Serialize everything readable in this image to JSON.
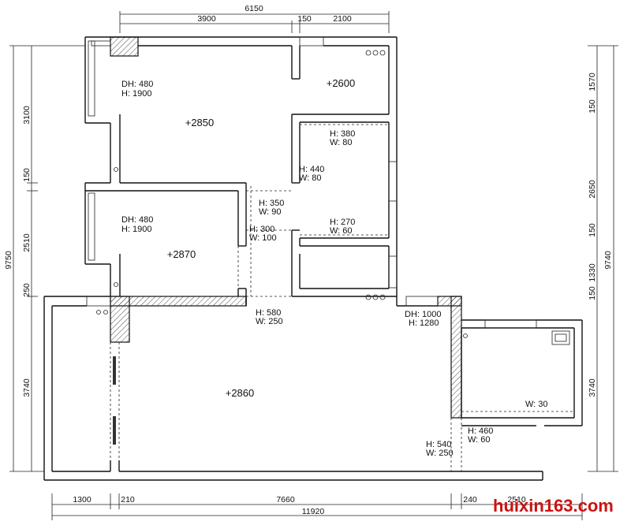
{
  "dimensions": {
    "top_total": "6150",
    "top_segments": [
      "3900",
      "150",
      "2100"
    ],
    "left_total": "9750",
    "left_segments": [
      "3100",
      "150",
      "2510",
      "250",
      "3740"
    ],
    "right_total": "9740",
    "right_segments": [
      "1570",
      "150",
      "2650",
      "150",
      "1330",
      "150",
      "3740"
    ],
    "bottom_segments": [
      "1300",
      "210",
      "7660",
      "240",
      "2510"
    ],
    "bottom_total": "11920"
  },
  "rooms": {
    "bedroom_top": "+2850",
    "room_top_right": "+2600",
    "bedroom_mid": "+2870",
    "living": "+2860"
  },
  "annotations": {
    "win1_dh": "DH: 480",
    "win1_h": "H: 1900",
    "win2_dh": "DH: 480",
    "win2_h": "H: 1900",
    "a_h380": "H: 380",
    "a_w80a": "W: 80",
    "a_h440": "H: 440",
    "a_w80b": "W: 80",
    "a_h350": "H: 350",
    "a_w90": "W: 90",
    "a_h300": "H: 300",
    "a_w100": "W: 100",
    "a_h270": "H: 270",
    "a_w60a": "W: 60",
    "a_h580": "H: 580",
    "a_w250a": "W: 250",
    "a_dh1000": "DH: 1000",
    "a_h1280": "H: 1280",
    "a_w30": "W: 30",
    "a_h460": "H: 460",
    "a_w60b": "W: 60",
    "a_h540": "H: 540",
    "a_w250b": "W: 250"
  },
  "watermark": {
    "text": "huixin163.com",
    "color_main": "#cc1111"
  }
}
